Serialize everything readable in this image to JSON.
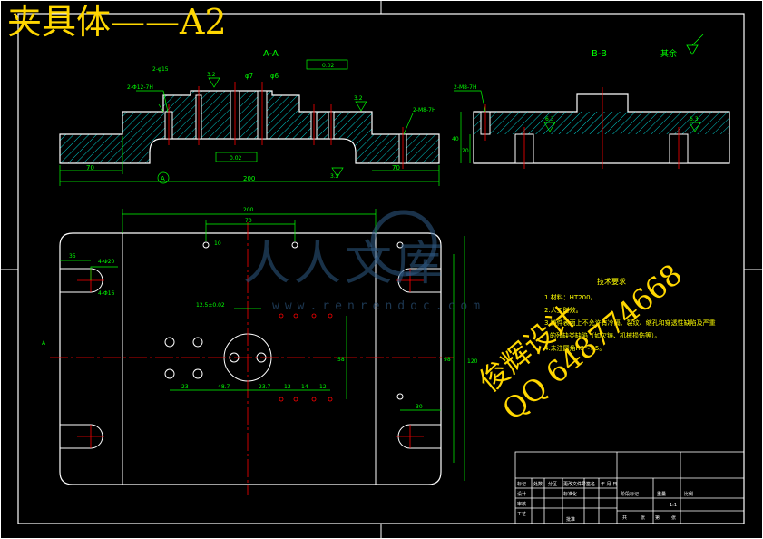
{
  "page_title": "夹具体——A2",
  "views": {
    "section_aa": "A-A",
    "section_bb": "B-B",
    "surface_note": "其余"
  },
  "section_aa_labels": {
    "dim_overall": "200",
    "dim_left": "70",
    "dim_right": "70",
    "hole_left": "2-Φ12-7H",
    "hole_right": "2-M8-7H",
    "hole_top": "2-φ15",
    "dia7": "φ7",
    "dia6": "φ6",
    "flatness": "0.02",
    "datum_a": "A",
    "parallel": "0.02",
    "rough_1": "3.2",
    "rough_2": "3.2",
    "rough_3": "3.2"
  },
  "section_bb_labels": {
    "hole": "2-M8-7H",
    "rough_1": "6.3",
    "rough_2": "6.3",
    "dim_h": "40",
    "dim_h2": "20"
  },
  "plan_labels": {
    "dim_top": "200",
    "dim_70": "70",
    "dim_10": "10",
    "dim_35": "35",
    "hole_left": "4-Φ20",
    "slot_note": "4-Φ16",
    "pos_tol": "12.5±0.02",
    "dim_48_7": "48.7",
    "dim_23": "23",
    "dim_23_7": "23.7",
    "dim_12a": "12",
    "dim_14": "14",
    "dim_12b": "12",
    "dim_58": "58",
    "dim_right_v": "120",
    "dim_right_v2": "98",
    "dim_30": "30",
    "section_mark": "A"
  },
  "tech_req": {
    "title": "技术要求",
    "items": [
      "1.材料：HT200。",
      "2.人工时效。",
      "3.铸件表面上不允许有冷隔、裂纹、缩孔和穿透性缺陷及严重",
      "的残缺类缺陷（如欠铸、机械损伤等）。",
      "4.未注圆角R3～R5。"
    ]
  },
  "title_block": {
    "row1": [
      "标记",
      "处数",
      "分区",
      "更改文件号",
      "签名",
      "年.月.日"
    ],
    "row2": [
      "设计",
      "",
      "",
      "标准化",
      "",
      ""
    ],
    "row3": [
      "审核",
      "",
      "",
      "",
      "",
      ""
    ],
    "row4": [
      "工艺",
      "",
      "",
      "批准",
      "",
      ""
    ],
    "right_headers": [
      "阶段标记",
      "重量",
      "比例"
    ],
    "scale": "1:1",
    "sheet": [
      "共",
      "张",
      "第",
      "张"
    ]
  },
  "watermark": {
    "brand": "人人文库",
    "url": "www.renrendoc.com"
  },
  "promo": {
    "line1": "俊辉设计",
    "line2": "QQ 648774668"
  },
  "colors": {
    "background": "#000000",
    "outline": "#ffffff",
    "dimension": "#00ff00",
    "centerline": "#ff0000",
    "text_yellow": "#ffd700",
    "hatch": "#00ffff",
    "watermark": "#2f5b86"
  }
}
